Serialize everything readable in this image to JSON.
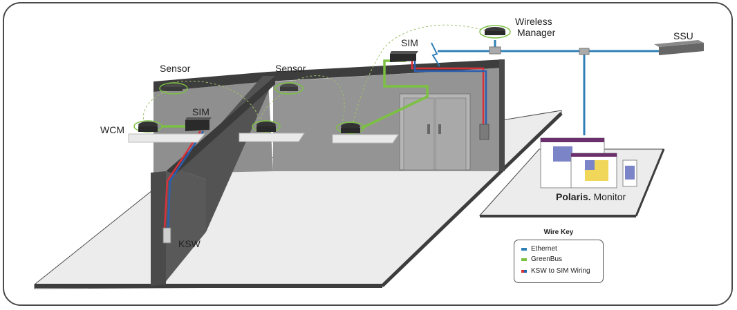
{
  "labels": {
    "wireless_manager_line1": "Wireless",
    "wireless_manager_line2": "Manager",
    "sim_top": "SIM",
    "ssu": "SSU",
    "sensor_left": "Sensor",
    "sensor_mid": "Sensor",
    "sim_left": "SIM",
    "wcm": "WCM",
    "ksw": "KSW",
    "polaris_brand": "Polaris.",
    "polaris_product": "Monitor"
  },
  "wire_key": {
    "title": "Wire Key",
    "items": [
      {
        "label": "Ethernet",
        "color": "#2f7fb7"
      },
      {
        "label": "GreenBus",
        "color": "#7cc142"
      },
      {
        "label": "KSW to SIM Wiring",
        "color_a": "#d8313b",
        "color_b": "#2b5fb0"
      }
    ]
  },
  "colors": {
    "ethernet": "#2f7fb7",
    "greenbus": "#7cc142",
    "red_wire": "#d8313b",
    "blue_wire": "#2b5fb0",
    "wall_dark": "#505050",
    "wall_light": "#8a8a8a",
    "floor": "#ececec"
  }
}
